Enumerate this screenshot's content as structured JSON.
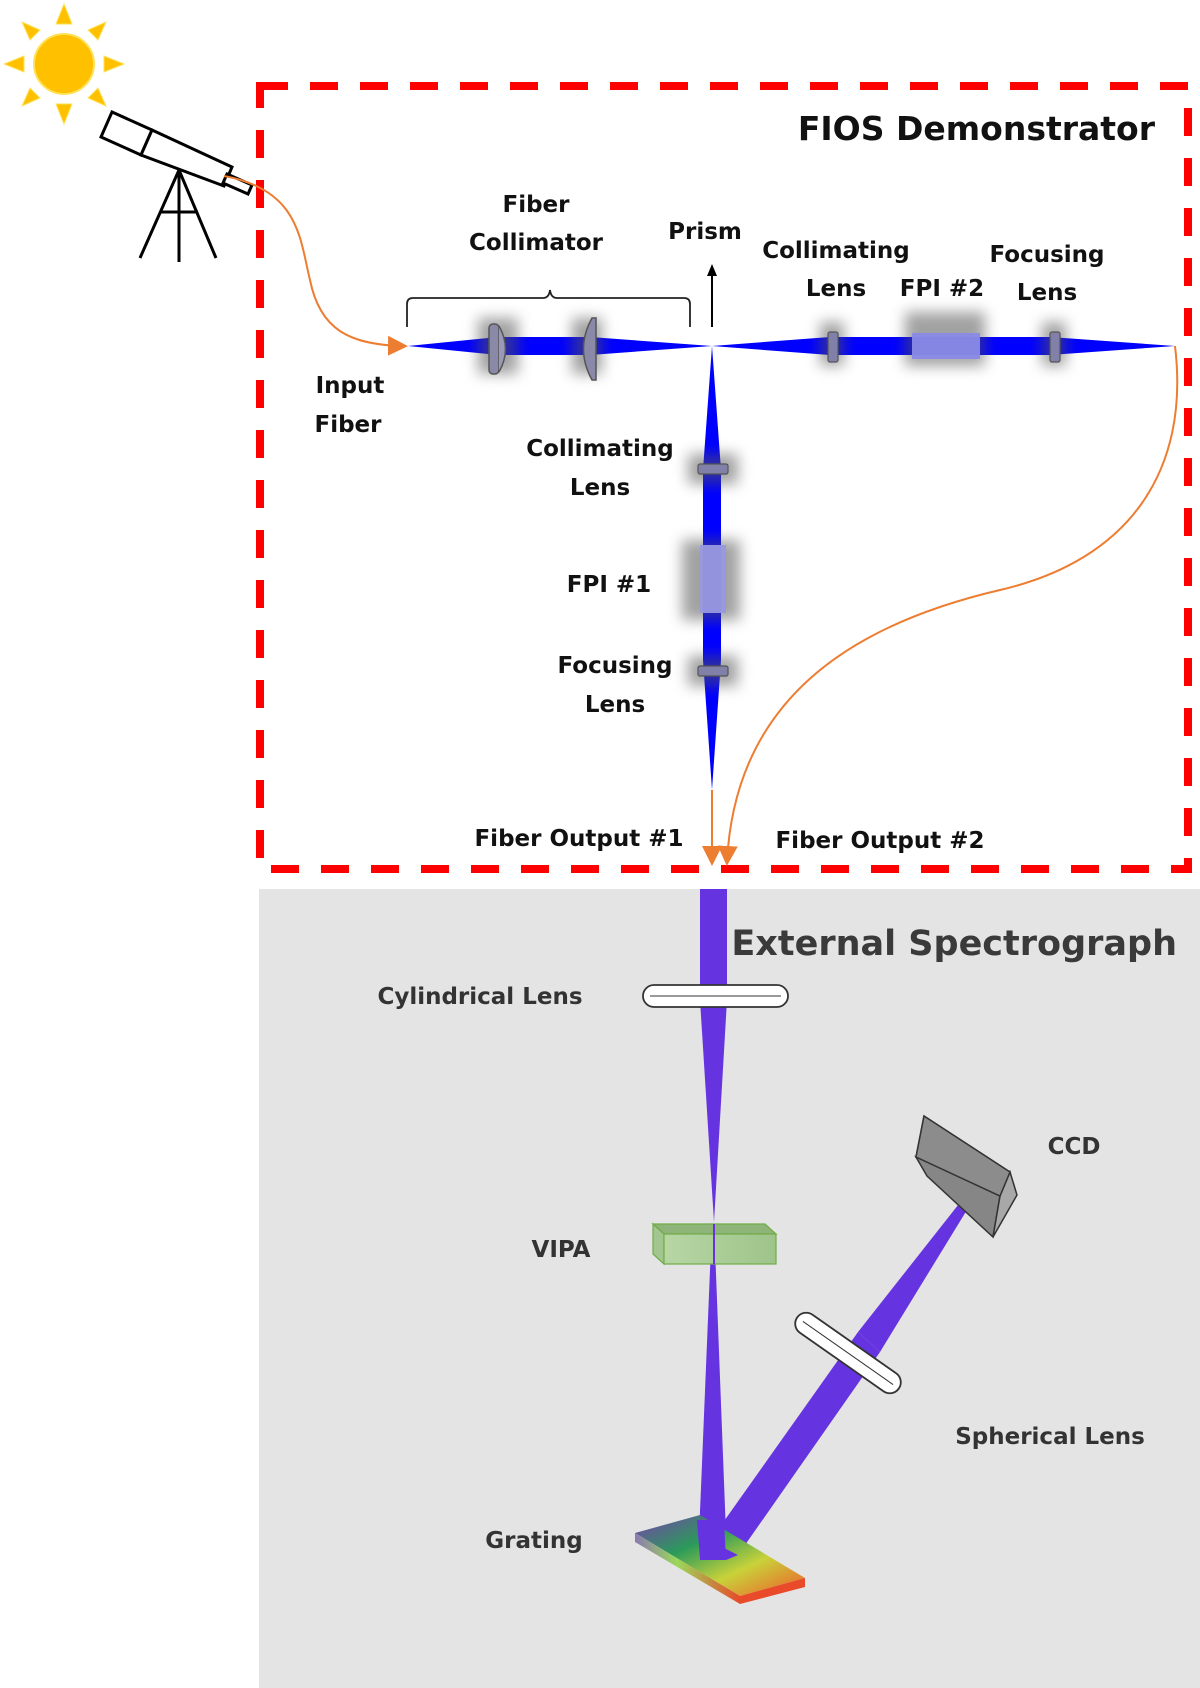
{
  "fios_box": {
    "title": "FIOS Demonstrator",
    "border_color": "#ff0000",
    "labels": {
      "fiber_collimator_1": "Fiber",
      "fiber_collimator_2": "Collimator",
      "prism": "Prism",
      "collimating_lens_h_1": "Collimating",
      "collimating_lens_h_2": "Lens",
      "fpi2": "FPI #2",
      "focusing_lens_h_1": "Focusing",
      "focusing_lens_h_2": "Lens",
      "input_fiber_1": "Input",
      "input_fiber_2": "Fiber",
      "collimating_lens_v_1": "Collimating",
      "collimating_lens_v_2": "Lens",
      "fpi1": "FPI #1",
      "focusing_lens_v_1": "Focusing",
      "focusing_lens_v_2": "Lens",
      "fiber_output_1": "Fiber Output #1",
      "fiber_output_2": "Fiber Output #2"
    }
  },
  "spectrograph_box": {
    "title": "External Spectrograph",
    "background_color": "#e4e4e4",
    "labels": {
      "cylindrical_lens": "Cylindrical Lens",
      "vipa": "VIPA",
      "ccd": "CCD",
      "spherical_lens": "Spherical Lens",
      "grating": "Grating"
    }
  },
  "colors": {
    "beam_fios": "#0000ff",
    "beam_spectrograph": "#6633e0",
    "fiber": "#ed7d31",
    "sun": "#ffc000",
    "vipa": "#a9d08e"
  },
  "icons": [
    "sun-icon",
    "telescope-icon"
  ]
}
